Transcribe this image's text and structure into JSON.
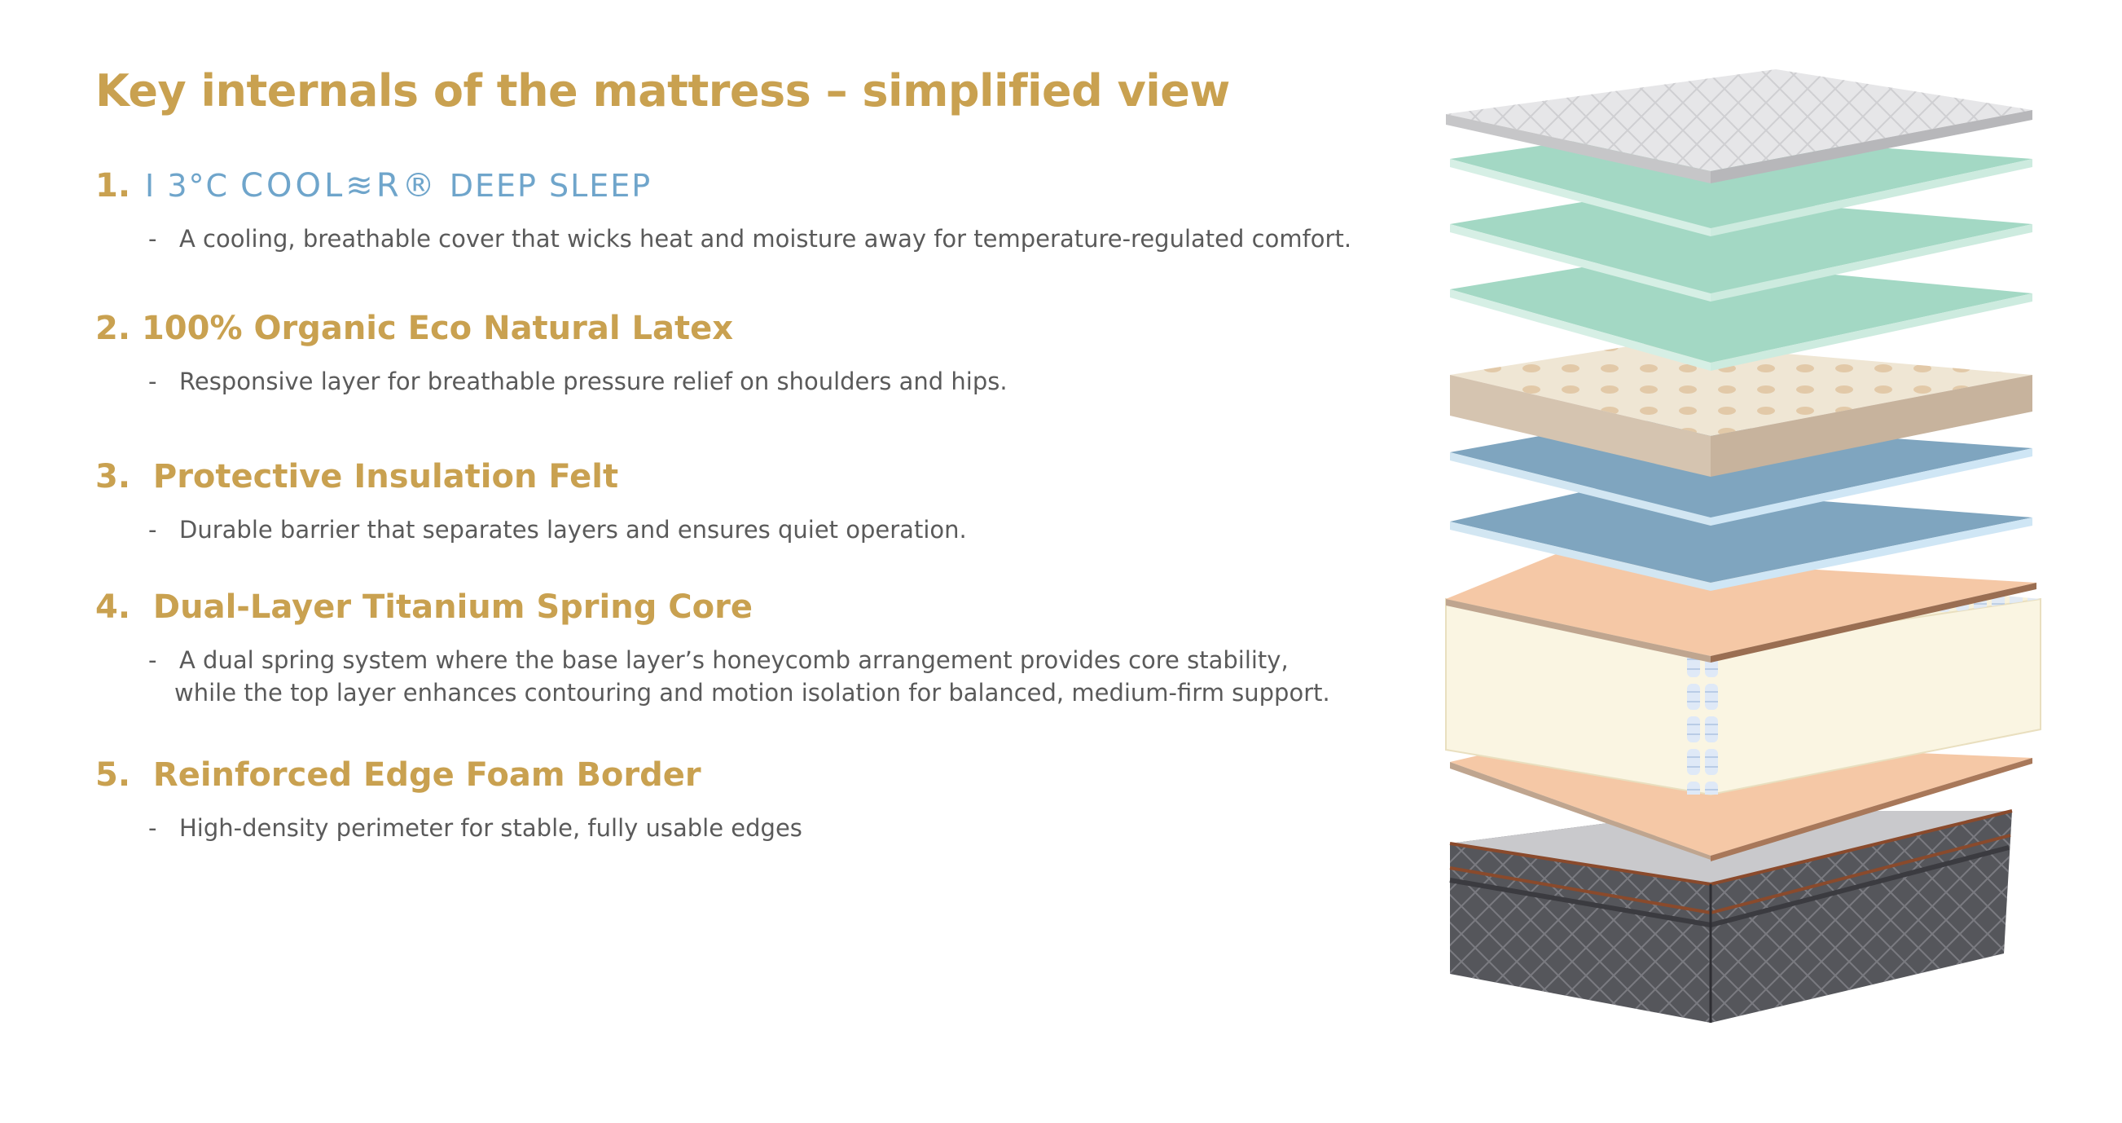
{
  "title": "Key internals of the mattress – simplified view",
  "items": [
    {
      "number": "1.",
      "prefix": "I 3°C",
      "brand": "COOL≋R®",
      "suffix": "DEEP SLEEP",
      "description": "A cooling, breathable cover that wicks heat and moisture away for temperature-regulated comfort."
    },
    {
      "number": "2.",
      "label": "100% Organic Eco Natural Latex",
      "description": "Responsive layer for breathable pressure relief on shoulders and hips."
    },
    {
      "number": "3.",
      "label": "Protective Insulation Felt",
      "description": "Durable barrier that separates layers and ensures quiet operation."
    },
    {
      "number": "4.",
      "label": "Dual-Layer Titanium Spring Core",
      "description": "A dual spring system where the base layer’s honeycomb arrangement provides core stability,",
      "description_cont": "while the top layer enhances contouring and motion isolation for balanced, medium-firm support."
    },
    {
      "number": "5.",
      "label": "Reinforced Edge Foam Border",
      "description": "High-density perimeter for stable, fully usable edges"
    }
  ],
  "bullet": "-",
  "colors": {
    "heading": "#c9a150",
    "cooler": "#6fa5cb",
    "text": "#5a5a5a",
    "cover": "#e4e4e4",
    "latex_green": "#a3d8c4",
    "latex_foam": "#efe6d4",
    "felt_blue": "#7fa5bf",
    "edge_foam": "#f5c8a6",
    "spring_core": "#f8f2dc",
    "base": "#5a5a5e"
  }
}
